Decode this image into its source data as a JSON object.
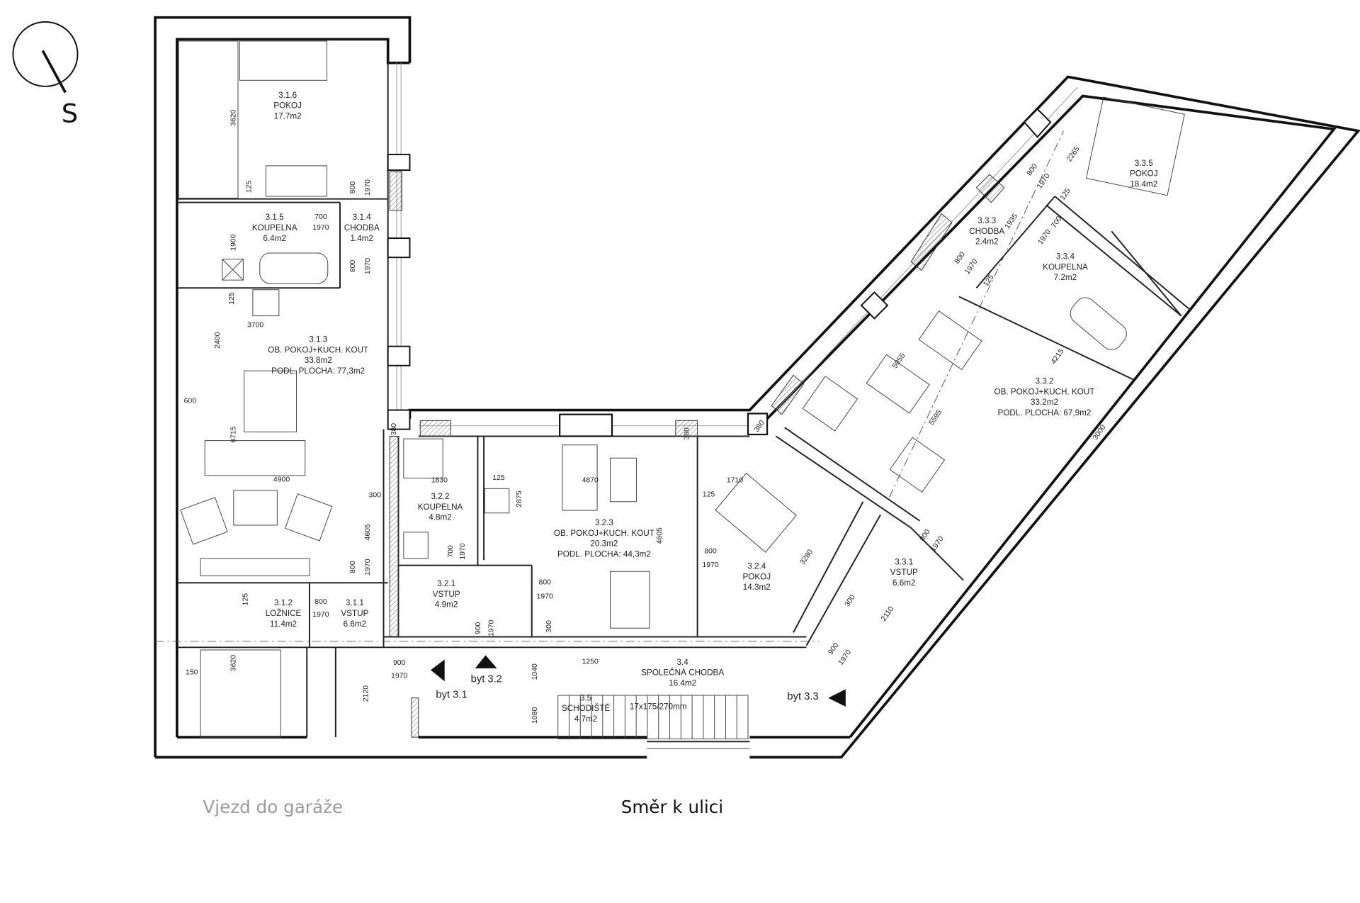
{
  "compass": {
    "label": "S"
  },
  "rooms": [
    {
      "id": "3.1.6",
      "name": "POKOJ",
      "area": "17.7m2"
    },
    {
      "id": "3.1.5",
      "name": "KOUPELNA",
      "area": "6.4m2"
    },
    {
      "id": "3.1.4",
      "name": "CHODBA",
      "area": "1.4m2"
    },
    {
      "id": "3.1.3",
      "name": "OB. POKOJ+KUCH. KOUT",
      "area": "33.8m2",
      "extra": "PODL. PLOCHA: 77,3m2"
    },
    {
      "id": "3.1.2",
      "name": "LOŽNICE",
      "area": "11.4m2"
    },
    {
      "id": "3.1.1",
      "name": "VSTUP",
      "area": "6.6m2"
    },
    {
      "id": "3.2.2",
      "name": "KOUPELNA",
      "area": "4.8m2"
    },
    {
      "id": "3.2.1",
      "name": "VSTUP",
      "area": "4.9m2"
    },
    {
      "id": "3.2.3",
      "name": "OB. POKOJ+KUCH. KOUT",
      "area": "20.3m2",
      "extra": "PODL. PLOCHA: 44,3m2"
    },
    {
      "id": "3.2.4",
      "name": "POKOJ",
      "area": "14.3m2"
    },
    {
      "id": "3.3.1",
      "name": "VSTUP",
      "area": "6.6m2"
    },
    {
      "id": "3.4",
      "name": "SPOLEČNÁ CHODBA",
      "area": "16.4m2"
    },
    {
      "id": "3.5",
      "name": "SCHODIŠTĚ",
      "area": "4.7m2",
      "extra": "17x175/270mm"
    },
    {
      "id": "3.3.2",
      "name": "OB. POKOJ+KUCH. KOUT",
      "area": "33.2m2",
      "extra": "PODL. PLOCHA: 67,9m2"
    },
    {
      "id": "3.3.3",
      "name": "CHODBA",
      "area": "2.4m2"
    },
    {
      "id": "3.3.4",
      "name": "KOUPELNA",
      "area": "7.2m2"
    },
    {
      "id": "3.3.5",
      "name": "POKOJ",
      "area": "18.4m2"
    }
  ],
  "entrances": [
    {
      "label": "byt 3.1"
    },
    {
      "label": "byt 3.2"
    },
    {
      "label": "byt 3.3"
    }
  ],
  "dimensions": [
    "3620",
    "125",
    "800",
    "1970",
    "700",
    "1970",
    "1900",
    "800",
    "1970",
    "125",
    "3700",
    "2400",
    "600",
    "6715",
    "4900",
    "300",
    "4605",
    "800",
    "1970",
    "125",
    "800",
    "1970",
    "150",
    "3620",
    "2120",
    "900",
    "1970",
    "380",
    "1830",
    "125",
    "2875",
    "700",
    "1970",
    "4870",
    "4605",
    "800",
    "1970",
    "900",
    "1970",
    "300",
    "1250",
    "1040",
    "1080",
    "380",
    "1710",
    "125",
    "800",
    "1970",
    "3280",
    "300",
    "2110",
    "900",
    "1970",
    "380",
    "5955",
    "5595",
    "4215",
    "3000",
    "2265",
    "800",
    "1970",
    "125",
    "1935",
    "700",
    "1970",
    "800",
    "1970",
    "125",
    "800",
    "1970"
  ],
  "labels": {
    "garage": "Vjezd do garáže",
    "street": "Směr k ulici"
  },
  "colors": {
    "ink": "#111111",
    "muted": "#9a9a9a"
  }
}
